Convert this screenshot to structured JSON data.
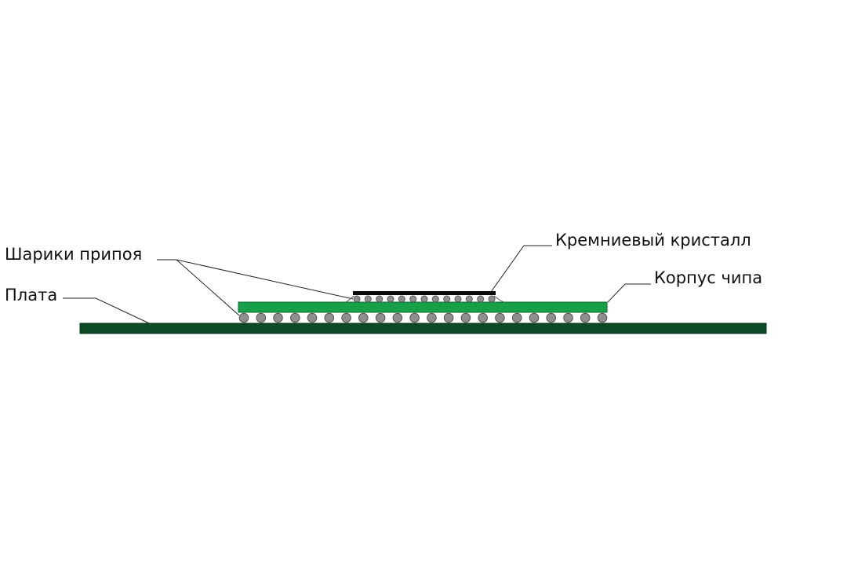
{
  "labels": {
    "die": "Кремниевый кристалл",
    "package": "Корпус чипа",
    "solder_balls": "Шарики припоя",
    "board": "Плата"
  },
  "colors": {
    "board": "#0b4a24",
    "package": "#17a04a",
    "die": "#0a0a0a",
    "ball_fill": "#8f8f8f",
    "ball_stroke": "#555555",
    "leader": "#222222"
  }
}
